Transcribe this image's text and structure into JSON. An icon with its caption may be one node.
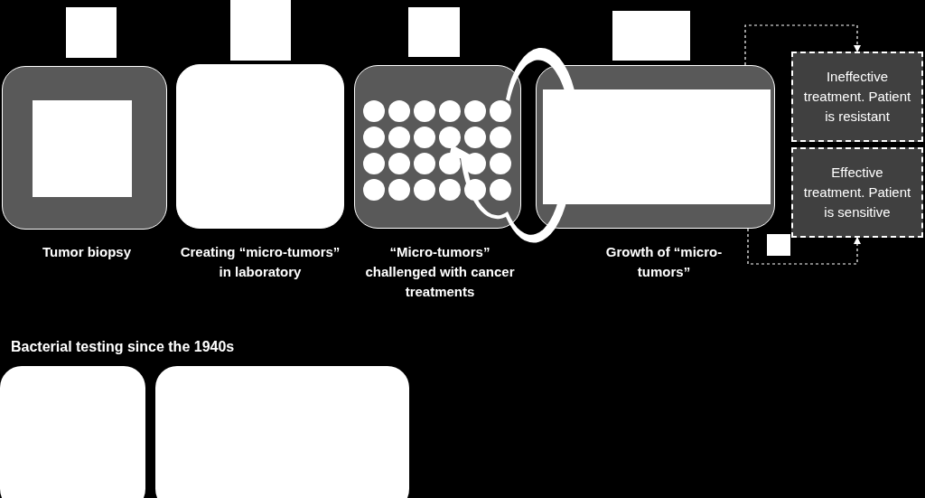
{
  "diagram": {
    "nodes": [
      {
        "text": [],
        "shape": "box",
        "beside": [
          "Tumor biopsy"
        ]
      },
      {
        "text": [],
        "shape": "box",
        "beside": [
          "Creating “micro-tumors” in laboratory"
        ]
      },
      {
        "text": [],
        "shape": "box",
        "beside": [
          "“Micro-tumors” challenged with cancer treatments"
        ]
      },
      {
        "text": [],
        "shape": "box",
        "beside": [
          "Growth of “micro-tumors”"
        ]
      },
      {
        "text": [
          "Ineffective treatment. Patient is resistant"
        ]
      },
      {
        "text": [
          "Effective treatment. Patient is sensitive"
        ]
      }
    ],
    "edges": [
      {
        "from": 3,
        "to": 4,
        "arrow": "to",
        "style": "dashed"
      },
      {
        "from": 3,
        "to": 5,
        "arrow": "to",
        "style": "dashed"
      }
    ],
    "labels": [
      "Bacterial testing since the 1940s"
    ]
  }
}
